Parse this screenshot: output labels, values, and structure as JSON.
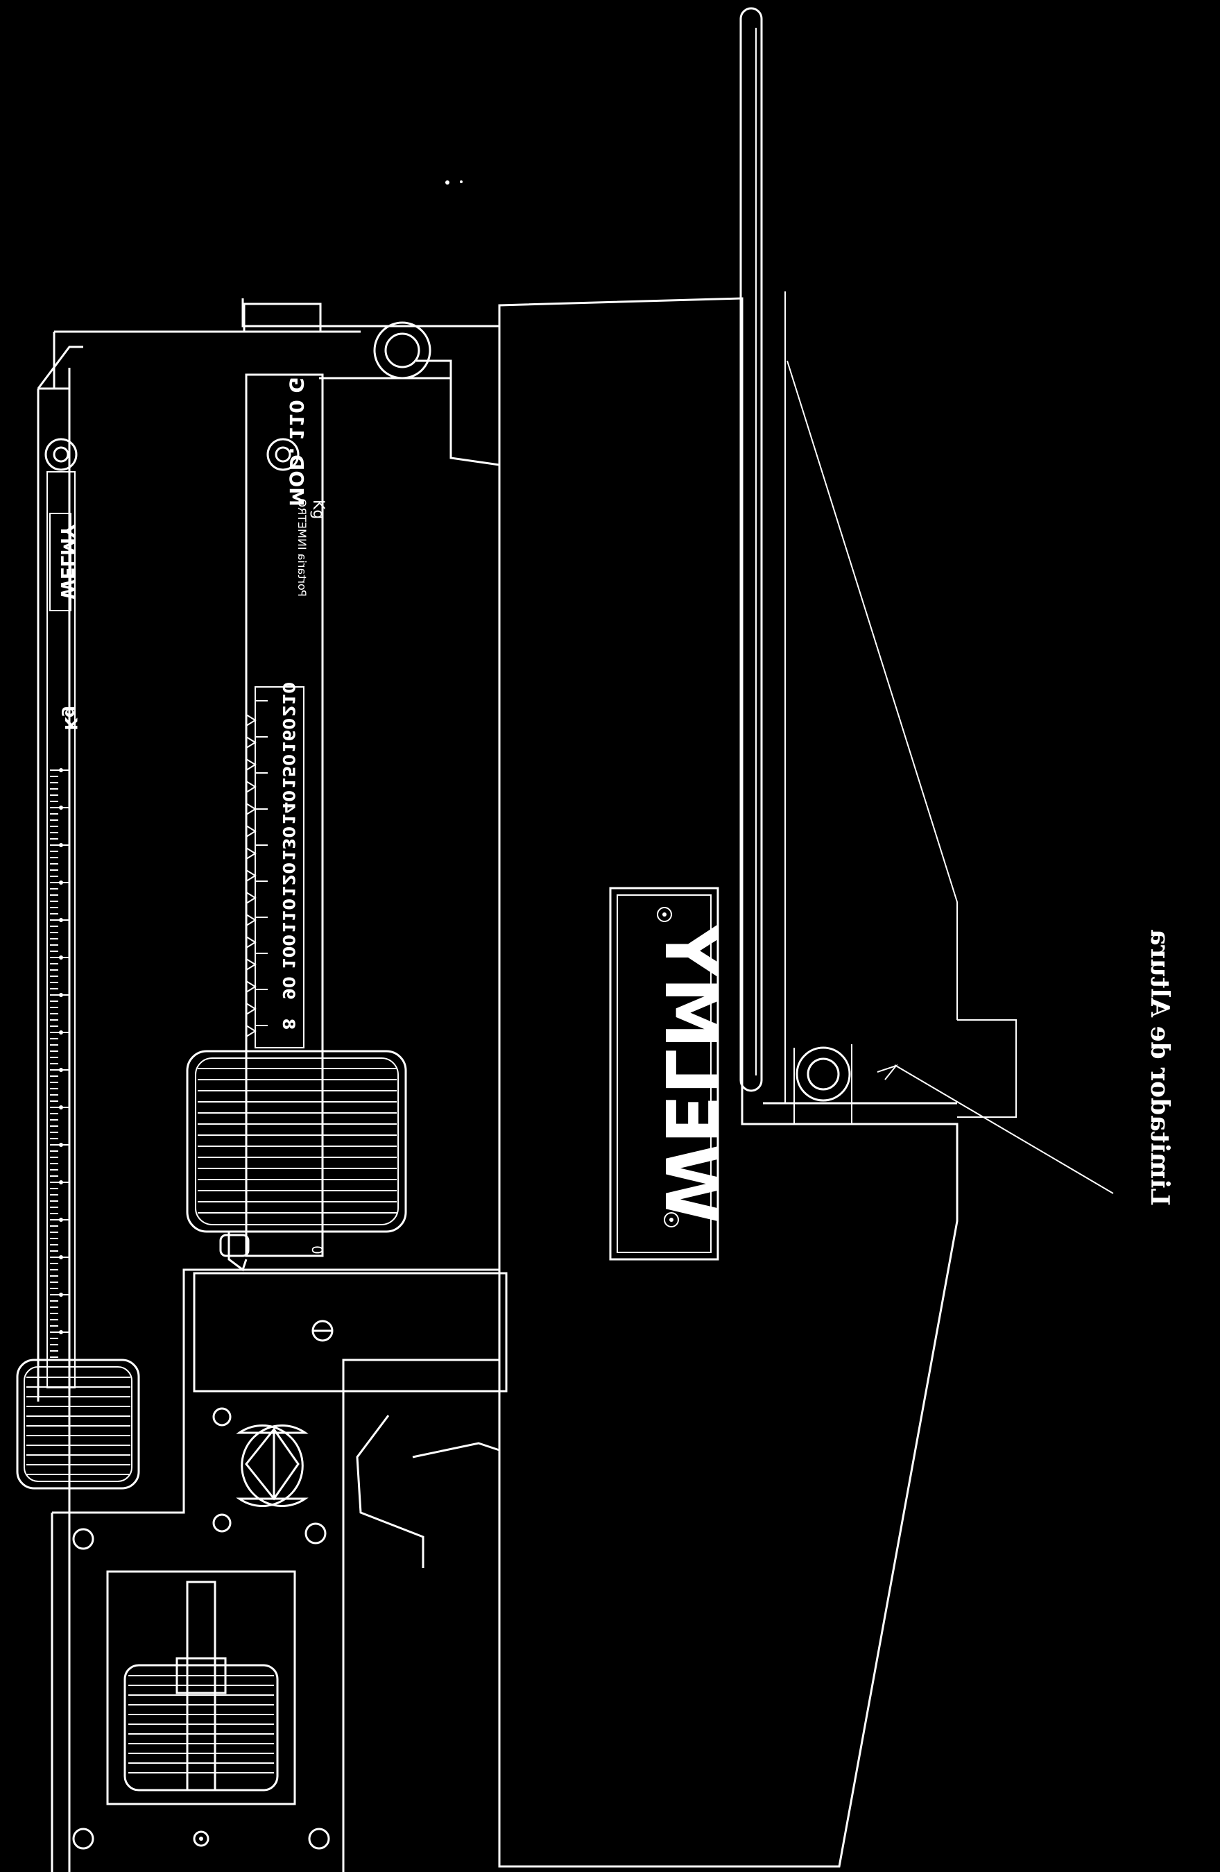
{
  "brand": {
    "logo_text": "WELMY",
    "beam_logo_text": "WELMY"
  },
  "upper_beam": {
    "unit": "Kg",
    "model_text": "MOD. 110 G",
    "cert_text": "Portaria INMETRO",
    "tick_labels": [
      "210",
      "160",
      "150",
      "140",
      "130",
      "120",
      "110",
      "100",
      "90",
      "8"
    ],
    "zero_label": "0"
  },
  "lower_beam": {
    "unit": "Kg"
  },
  "callout": {
    "label": "Limitador de Altura"
  },
  "colors": {
    "background": "#000000",
    "line": "#ffffff"
  }
}
